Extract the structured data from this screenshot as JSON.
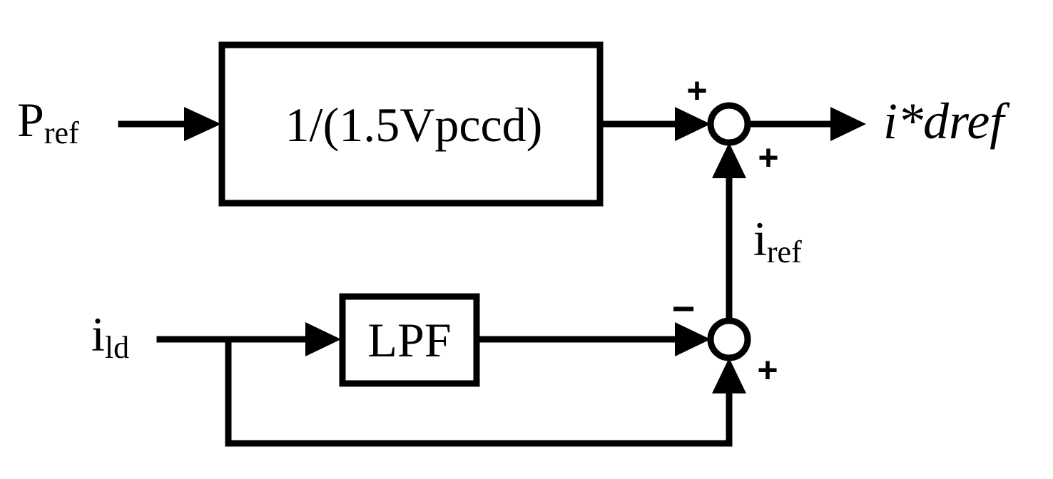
{
  "inputs": {
    "p_ref": {
      "main": "P",
      "sub": "ref"
    },
    "i_ld": {
      "main": "i",
      "sub": "ld"
    }
  },
  "blocks": {
    "gain": "1/(1.5Vpccd)",
    "filter": "LPF"
  },
  "signals": {
    "i_ref": {
      "main": "i",
      "sub": "ref"
    },
    "output": "i*dref"
  },
  "sum_top": {
    "left_sign": "+",
    "bottom_sign": "+"
  },
  "sum_bottom": {
    "left_sign": "−",
    "bottom_sign": "+"
  }
}
